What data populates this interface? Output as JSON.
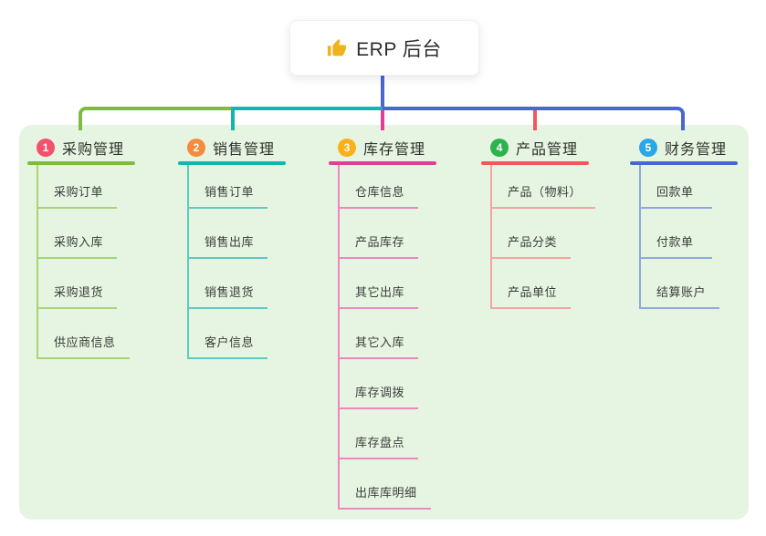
{
  "root": {
    "label": "ERP 后台",
    "icon": "thumbs-up-icon",
    "icon_color": "#f1b31c"
  },
  "colors": {
    "connector": "#4a66d0",
    "panel_background": "#e6f5e1",
    "page_background": "#ffffff"
  },
  "branches": [
    {
      "index": "1",
      "title": "采购管理",
      "badge_color": "#f4516c",
      "line_color": "#7fbb3f",
      "child_line_color": "#a9d377",
      "children": [
        "采购订单",
        "采购入库",
        "采购退货",
        "供应商信息"
      ]
    },
    {
      "index": "2",
      "title": "销售管理",
      "badge_color": "#f78b3d",
      "line_color": "#12b6ad",
      "child_line_color": "#5ecac2",
      "children": [
        "销售订单",
        "销售出库",
        "销售退货",
        "客户信息"
      ]
    },
    {
      "index": "3",
      "title": "库存管理",
      "badge_color": "#fbb017",
      "line_color": "#e23e97",
      "child_line_color": "#ef86c0",
      "children": [
        "仓库信息",
        "产品库存",
        "其它出库",
        "其它入库",
        "库存调拨",
        "库存盘点",
        "出库库明细"
      ]
    },
    {
      "index": "4",
      "title": "产品管理",
      "badge_color": "#2cb34f",
      "line_color": "#f4555c",
      "child_line_color": "#f8a2a2",
      "children": [
        "产品（物料）",
        "产品分类",
        "产品单位"
      ]
    },
    {
      "index": "5",
      "title": "财务管理",
      "badge_color": "#29a7e8",
      "line_color": "#4467d2",
      "child_line_color": "#90a7e4",
      "children": [
        "回款单",
        "付款单",
        "结算账户"
      ]
    }
  ]
}
